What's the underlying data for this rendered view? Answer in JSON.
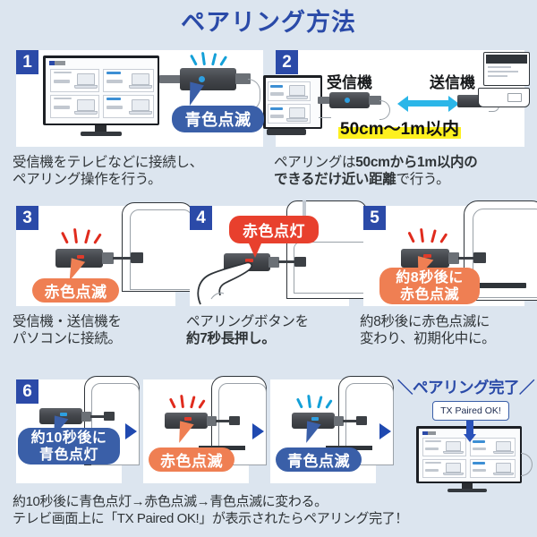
{
  "title": "ペアリング方法",
  "steps": [
    {
      "number": "1",
      "badge": "青色点滅",
      "caption_line1": "受信機をテレビなどに接続し、",
      "caption_line2": "ペアリング操作を行う。"
    },
    {
      "number": "2",
      "label_receiver": "受信機",
      "label_transmitter": "送信機",
      "distance": "50cm〜1m以内",
      "caption_line1_pre": "ペアリングは",
      "caption_line1_bold": "50cmから1m以内の",
      "caption_line2_bold": "できるだけ近い距離",
      "caption_line2_post": "で行う。"
    },
    {
      "number": "3",
      "badge": "赤色点滅",
      "caption_line1": "受信機・送信機を",
      "caption_line2": "パソコンに接続。"
    },
    {
      "number": "4",
      "badge": "赤色点灯",
      "caption_line1": "ペアリングボタンを",
      "caption_line2_bold": "約7秒長押し。"
    },
    {
      "number": "5",
      "badge_line1": "約8秒後に",
      "badge_line2": "赤色点滅",
      "caption_line1": "約8秒後に赤色点滅に",
      "caption_line2": "変わり、初期化中に。"
    },
    {
      "number": "6",
      "sub_badges": [
        {
          "line1": "約10秒後に",
          "line2": "青色点灯",
          "color": "blue"
        },
        {
          "line1": "赤色点滅",
          "line2": "",
          "color": "orange"
        },
        {
          "line1": "青色点滅",
          "line2": "",
          "color": "blue"
        }
      ],
      "done_title": "＼ペアリング完了／",
      "ok_message": "TX Paired OK!"
    }
  ],
  "bottom_caption_line1": "約10秒後に青色点灯→赤色点滅→青色点滅に変わる。",
  "bottom_caption_line2": "テレビ画面上に「TX Paired OK!」が表示されたらペアリング完了！",
  "colors": {
    "background": "#dce5ef",
    "title_blue": "#2a4aa8",
    "badge_blue": "#2b4aa8",
    "pill_blue": "#3a5fa8",
    "pill_orange": "#ef7f53",
    "pill_red": "#e8402d",
    "highlight_yellow": "#fdf01f",
    "arrow_cyan": "#2bb6e8",
    "device_dark": "#44474c"
  }
}
